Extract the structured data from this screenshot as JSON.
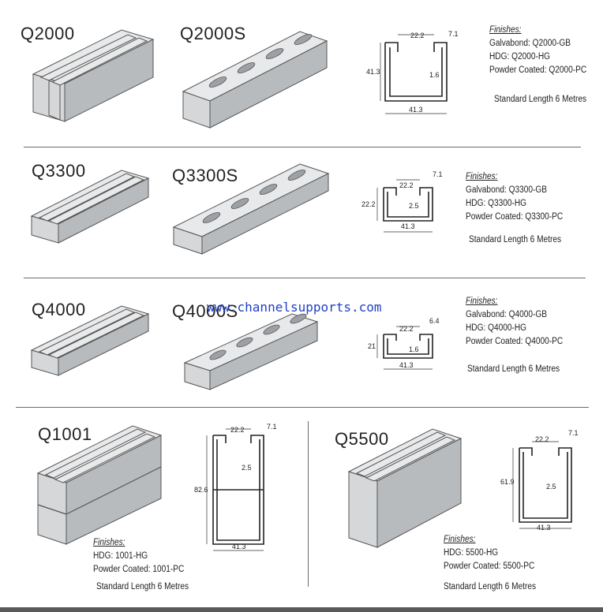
{
  "watermark": "www.channelsupports.com",
  "sections": {
    "q2000": {
      "models": [
        "Q2000",
        "Q2000S"
      ],
      "finishes_header": "Finishes:",
      "finishes": [
        "Galvabond: Q2000-GB",
        "HDG: Q2000-HG",
        "Powder Coated: Q2000-PC"
      ],
      "standard_length": "Standard Length 6 Metres",
      "dims": {
        "width": "22.2",
        "lip": "7.1",
        "height": "41.3",
        "thickness": "1.6",
        "base": "41.3"
      }
    },
    "q3300": {
      "models": [
        "Q3300",
        "Q3300S"
      ],
      "finishes_header": "Finishes:",
      "finishes": [
        "Galvabond: Q3300-GB",
        "HDG: Q3300-HG",
        "Powder Coated: Q3300-PC"
      ],
      "standard_length": "Standard Length 6 Metres",
      "dims": {
        "width": "22.2",
        "lip": "7.1",
        "height": "22.2",
        "thickness": "2.5",
        "base": "41.3"
      }
    },
    "q4000": {
      "models": [
        "Q4000",
        "Q4000S"
      ],
      "finishes_header": "Finishes:",
      "finishes": [
        "Galvabond: Q4000-GB",
        "HDG: Q4000-HG",
        "Powder Coated: Q4000-PC"
      ],
      "standard_length": "Standard Length 6 Metres",
      "dims": {
        "width": "22.2",
        "lip": "6.4",
        "height": "21",
        "thickness": "1.6",
        "base": "41.3"
      }
    },
    "q1001": {
      "models": [
        "Q1001"
      ],
      "finishes_header": "Finishes:",
      "finishes": [
        "HDG: 1001-HG",
        "Powder Coated: 1001-PC"
      ],
      "standard_length": "Standard Length 6 Metres",
      "dims": {
        "width": "22.2",
        "lip": "7.1",
        "height": "82.6",
        "thickness": "2.5",
        "base": "41.3"
      }
    },
    "q5500": {
      "models": [
        "Q5500"
      ],
      "finishes_header": "Finishes:",
      "finishes": [
        "HDG: 5500-HG",
        "Powder Coated: 5500-PC"
      ],
      "standard_length": "Standard Length 6 Metres",
      "dims": {
        "width": "22.2",
        "lip": "7.1",
        "height": "61.9",
        "thickness": "2.5",
        "base": "41.3"
      }
    }
  }
}
